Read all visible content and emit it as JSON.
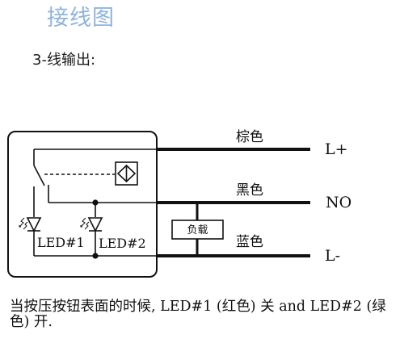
{
  "title": "接线图",
  "subtitle": "3-线输出:",
  "wires": [
    {
      "color_label": "棕色",
      "terminal": "L+"
    },
    {
      "color_label": "黑色",
      "terminal": "NO"
    },
    {
      "color_label": "蓝色",
      "terminal": "L-"
    }
  ],
  "load_label": "负载",
  "leds": [
    {
      "label": "LED#1"
    },
    {
      "label": "LED#2"
    }
  ],
  "note": "当按压按钮表面的时候, LED#1 (红色) 关 and LED#2 (绿色) 开."
}
